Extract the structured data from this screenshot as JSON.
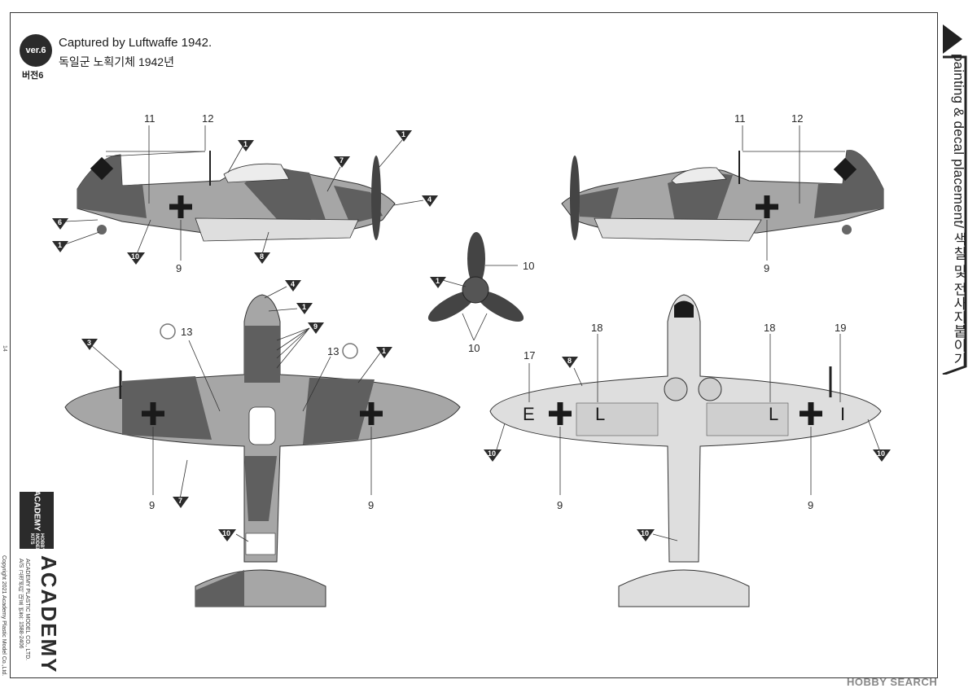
{
  "header": {
    "version_badge": "ver.6",
    "version_sub": "버전6",
    "title_en": "Captured by Luftwaffe 1942.",
    "title_kr": "독일군 노획기체 1942년"
  },
  "side_tab": {
    "label": "painting & decal placement/ 색칠 및 전사지붙이기"
  },
  "page_number": "14",
  "brand": {
    "box_name": "ACADEMY",
    "box_sub": "HOBBY MODEL KITS",
    "logo": "ACADEMY",
    "company": "ACADEMY PLASTIC MODEL CO., LTD.",
    "service": "A/S 고객센터 대표 번호: 1588-2406",
    "copyright": "Copyright 2021 Academy Plastic Model Co.,Ltd."
  },
  "watermark": "HOBBY SEARCH",
  "callouts": {
    "n1": "1",
    "n3": "3",
    "n4": "4",
    "n6": "6",
    "n7": "7",
    "n8": "8",
    "n9": "9",
    "n10": "10",
    "n11": "11",
    "n12": "12",
    "n13": "13",
    "n17": "17",
    "n18": "18",
    "n19": "19"
  },
  "codes": {
    "left_wing": "E",
    "fuselage": "L",
    "right_wing": "I"
  },
  "colors": {
    "camo_dark": "#5f5f5f",
    "camo_light": "#a6a6a6",
    "underside": "#dedede",
    "marking_black": "#1a1a1a",
    "callout_fill": "#2b2b2b"
  }
}
